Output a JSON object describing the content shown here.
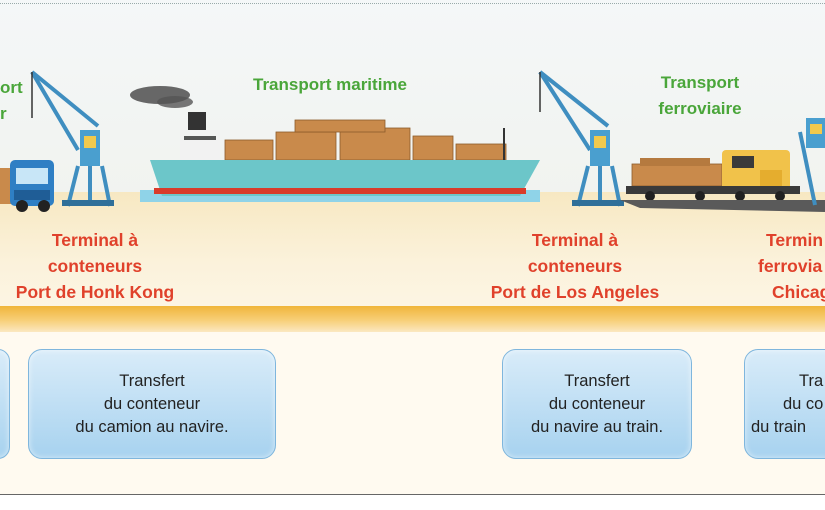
{
  "labels": {
    "transport_left_line1": "ort",
    "transport_left_line2": "r",
    "maritime": "Transport maritime",
    "rail_line1": "Transport",
    "rail_line2": "ferroviaire"
  },
  "terminals": {
    "hongkong": [
      "Terminal à",
      "conteneurs",
      "Port de Honk Kong"
    ],
    "losangeles": [
      "Terminal à",
      "conteneurs",
      "Port de Los Angeles"
    ],
    "chicago": [
      "Termin",
      "ferrovia",
      "Chicag"
    ]
  },
  "transfers": {
    "truck_to_ship": [
      "Transfert",
      "du conteneur",
      "du camion au navire."
    ],
    "ship_to_train": [
      "Transfert",
      "du conteneur",
      "du navire au train."
    ],
    "train_partial": [
      "Tra",
      "du co",
      "du train"
    ]
  },
  "colors": {
    "green_text": "#4aa63a",
    "red_text": "#e0412b",
    "box_fill": "#b8dcf3",
    "crane_blue": "#4a9fcf",
    "ship_hull_teal": "#6cc6c9",
    "container_brown": "#c98a4b"
  },
  "icons": [
    "crane-icon",
    "truck-icon",
    "ship-icon",
    "train-icon"
  ]
}
